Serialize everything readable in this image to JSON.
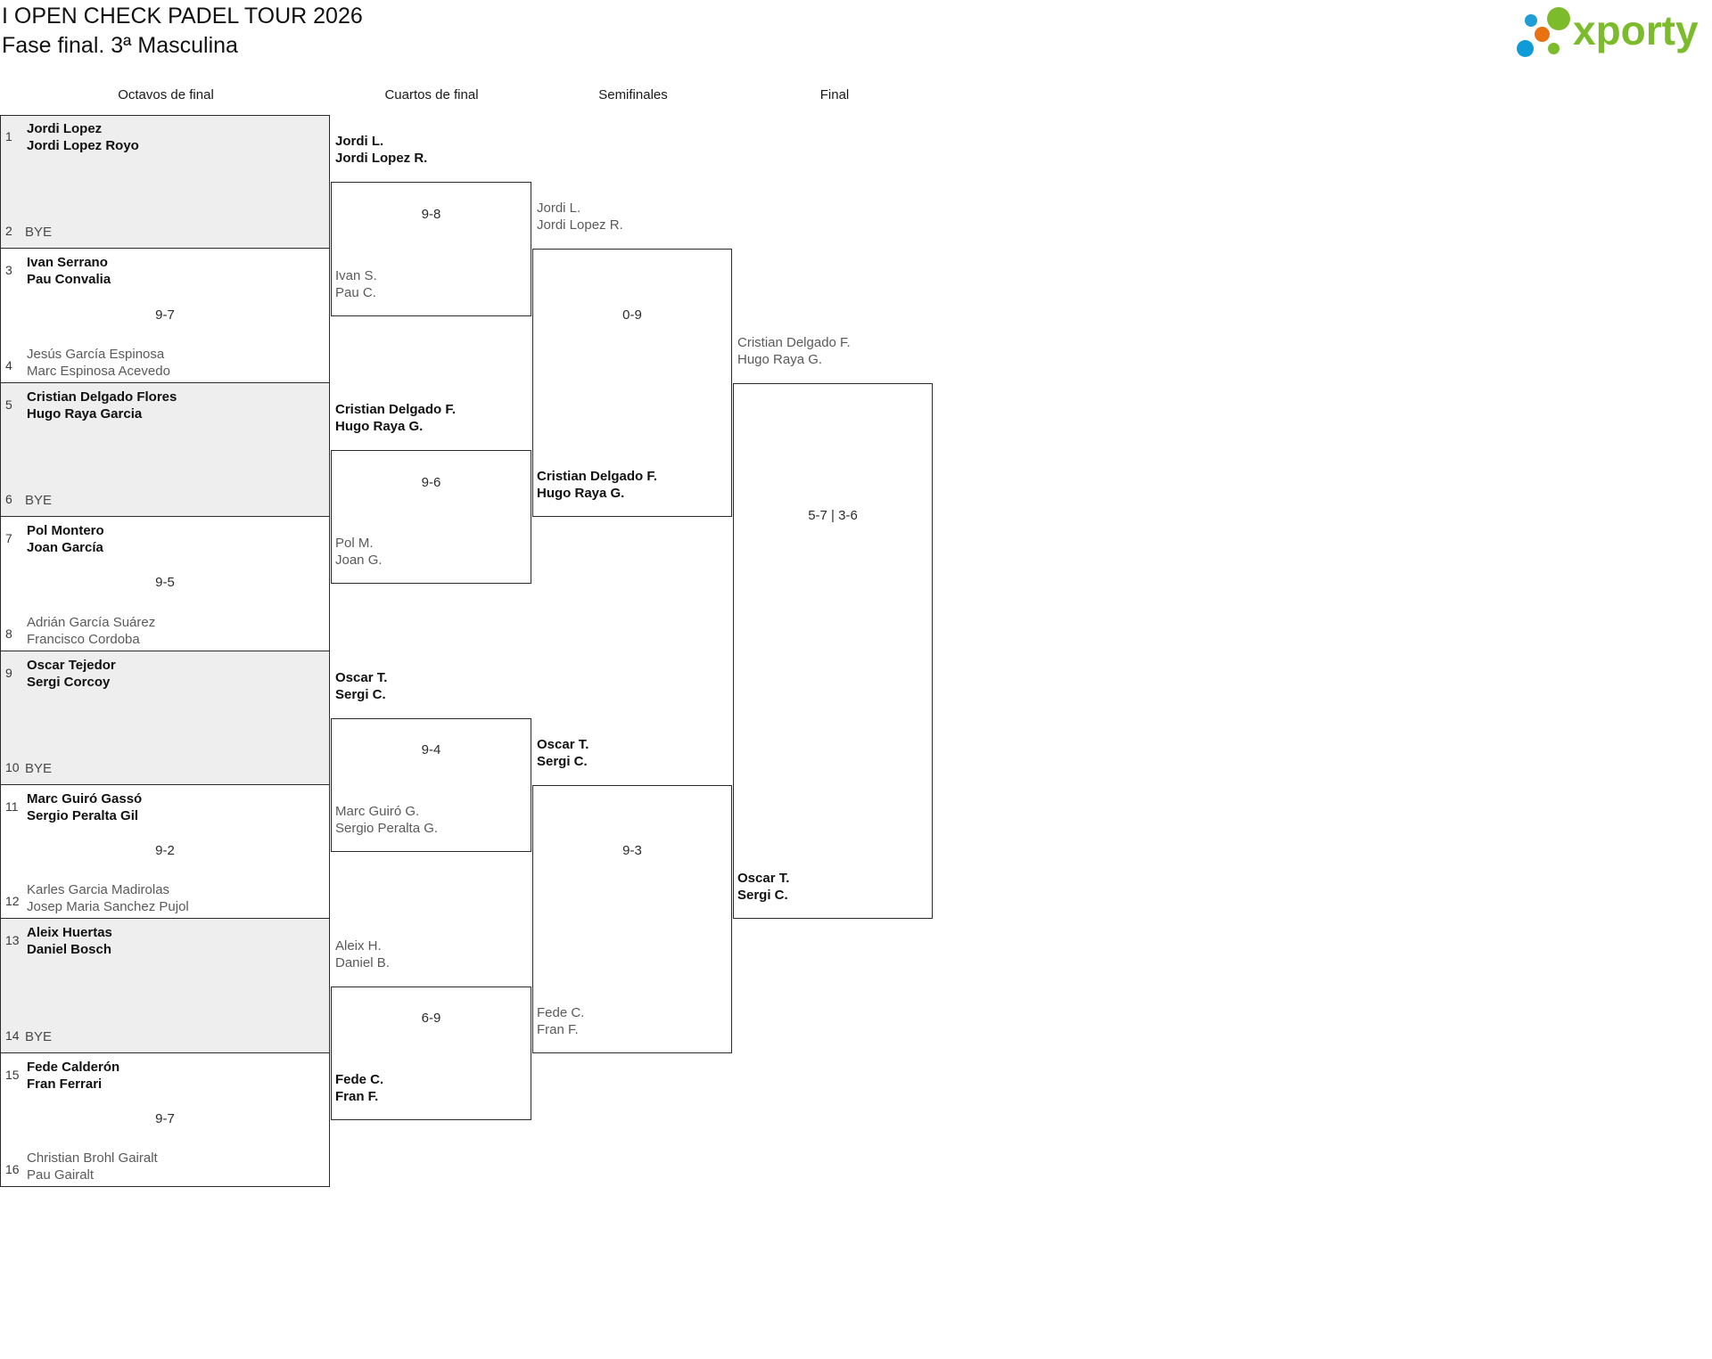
{
  "header": {
    "title_line1": "I OPEN CHECK PADEL TOUR 2026",
    "title_line2": "Fase final. 3ª Masculina",
    "logo_text": "xporty"
  },
  "rounds": [
    {
      "label": "Octavos de final"
    },
    {
      "label": "Cuartos de final"
    },
    {
      "label": "Semifinales"
    },
    {
      "label": "Final"
    }
  ],
  "round1": {
    "entries": [
      {
        "seed": "1",
        "p1": "Jordi Lopez",
        "p2": "Jordi Lopez Royo",
        "state": "win"
      },
      {
        "seed": "2",
        "p1": "BYE",
        "p2": "",
        "state": "bye"
      },
      {
        "seed": "3",
        "p1": "Ivan Serrano",
        "p2": "Pau Convalia",
        "state": "win"
      },
      {
        "seed": "4",
        "p1": "Jesús García Espinosa",
        "p2": "Marc Espinosa Acevedo",
        "state": "lose"
      },
      {
        "seed": "5",
        "p1": "Cristian Delgado Flores",
        "p2": "Hugo Raya Garcia",
        "state": "win"
      },
      {
        "seed": "6",
        "p1": "BYE",
        "p2": "",
        "state": "bye"
      },
      {
        "seed": "7",
        "p1": "Pol Montero",
        "p2": "Joan García",
        "state": "win"
      },
      {
        "seed": "8",
        "p1": "Adrián García Suárez",
        "p2": "Francisco Cordoba",
        "state": "lose"
      },
      {
        "seed": "9",
        "p1": "Oscar Tejedor",
        "p2": "Sergi Corcoy",
        "state": "win"
      },
      {
        "seed": "10",
        "p1": "BYE",
        "p2": "",
        "state": "bye"
      },
      {
        "seed": "11",
        "p1": "Marc Guiró Gassó",
        "p2": "Sergio Peralta Gil",
        "state": "win"
      },
      {
        "seed": "12",
        "p1": "Karles Garcia Madirolas",
        "p2": "Josep Maria Sanchez Pujol",
        "state": "lose"
      },
      {
        "seed": "13",
        "p1": "Aleix Huertas",
        "p2": "Daniel Bosch",
        "state": "win"
      },
      {
        "seed": "14",
        "p1": "BYE",
        "p2": "",
        "state": "bye"
      },
      {
        "seed": "15",
        "p1": "Fede Calderón",
        "p2": "Fran Ferrari",
        "state": "win"
      },
      {
        "seed": "16",
        "p1": "Christian Brohl Gairalt",
        "p2": "Pau Gairalt",
        "state": "lose"
      }
    ],
    "scores": [
      {
        "value": "9-7"
      },
      {
        "value": "9-5"
      },
      {
        "value": "9-2"
      },
      {
        "value": "9-7"
      }
    ]
  },
  "round2": {
    "slots": [
      {
        "p1": "Jordi L.",
        "p2": "Jordi Lopez R.",
        "state": "win"
      },
      {
        "p1": "Ivan S.",
        "p2": "Pau C.",
        "state": "lose"
      },
      {
        "p1": "Cristian Delgado F.",
        "p2": "Hugo Raya G.",
        "state": "win"
      },
      {
        "p1": "Pol M.",
        "p2": "Joan G.",
        "state": "lose"
      },
      {
        "p1": "Oscar T.",
        "p2": "Sergi C.",
        "state": "win"
      },
      {
        "p1": "Marc Guiró G.",
        "p2": "Sergio Peralta G.",
        "state": "lose"
      },
      {
        "p1": "Aleix H.",
        "p2": "Daniel B.",
        "state": "lose"
      },
      {
        "p1": "Fede C.",
        "p2": "Fran F.",
        "state": "win"
      }
    ],
    "scores": [
      {
        "value": "9-8"
      },
      {
        "value": "9-6"
      },
      {
        "value": "9-4"
      },
      {
        "value": "6-9"
      }
    ]
  },
  "round3": {
    "slots": [
      {
        "p1": "Jordi L.",
        "p2": "Jordi Lopez R.",
        "state": "lose"
      },
      {
        "p1": "Cristian Delgado F.",
        "p2": "Hugo Raya G.",
        "state": "win"
      },
      {
        "p1": "Oscar T.",
        "p2": "Sergi C.",
        "state": "win"
      },
      {
        "p1": "Fede C.",
        "p2": "Fran F.",
        "state": "lose"
      }
    ],
    "scores": [
      {
        "value": "0-9"
      },
      {
        "value": "9-3"
      }
    ]
  },
  "round4": {
    "slots": [
      {
        "p1": "Cristian Delgado F.",
        "p2": "Hugo Raya G.",
        "state": "lose"
      },
      {
        "p1": "Oscar T.",
        "p2": "Sergi C.",
        "state": "win"
      }
    ],
    "scores": [
      {
        "value": "5-7 | 3-6"
      }
    ]
  }
}
